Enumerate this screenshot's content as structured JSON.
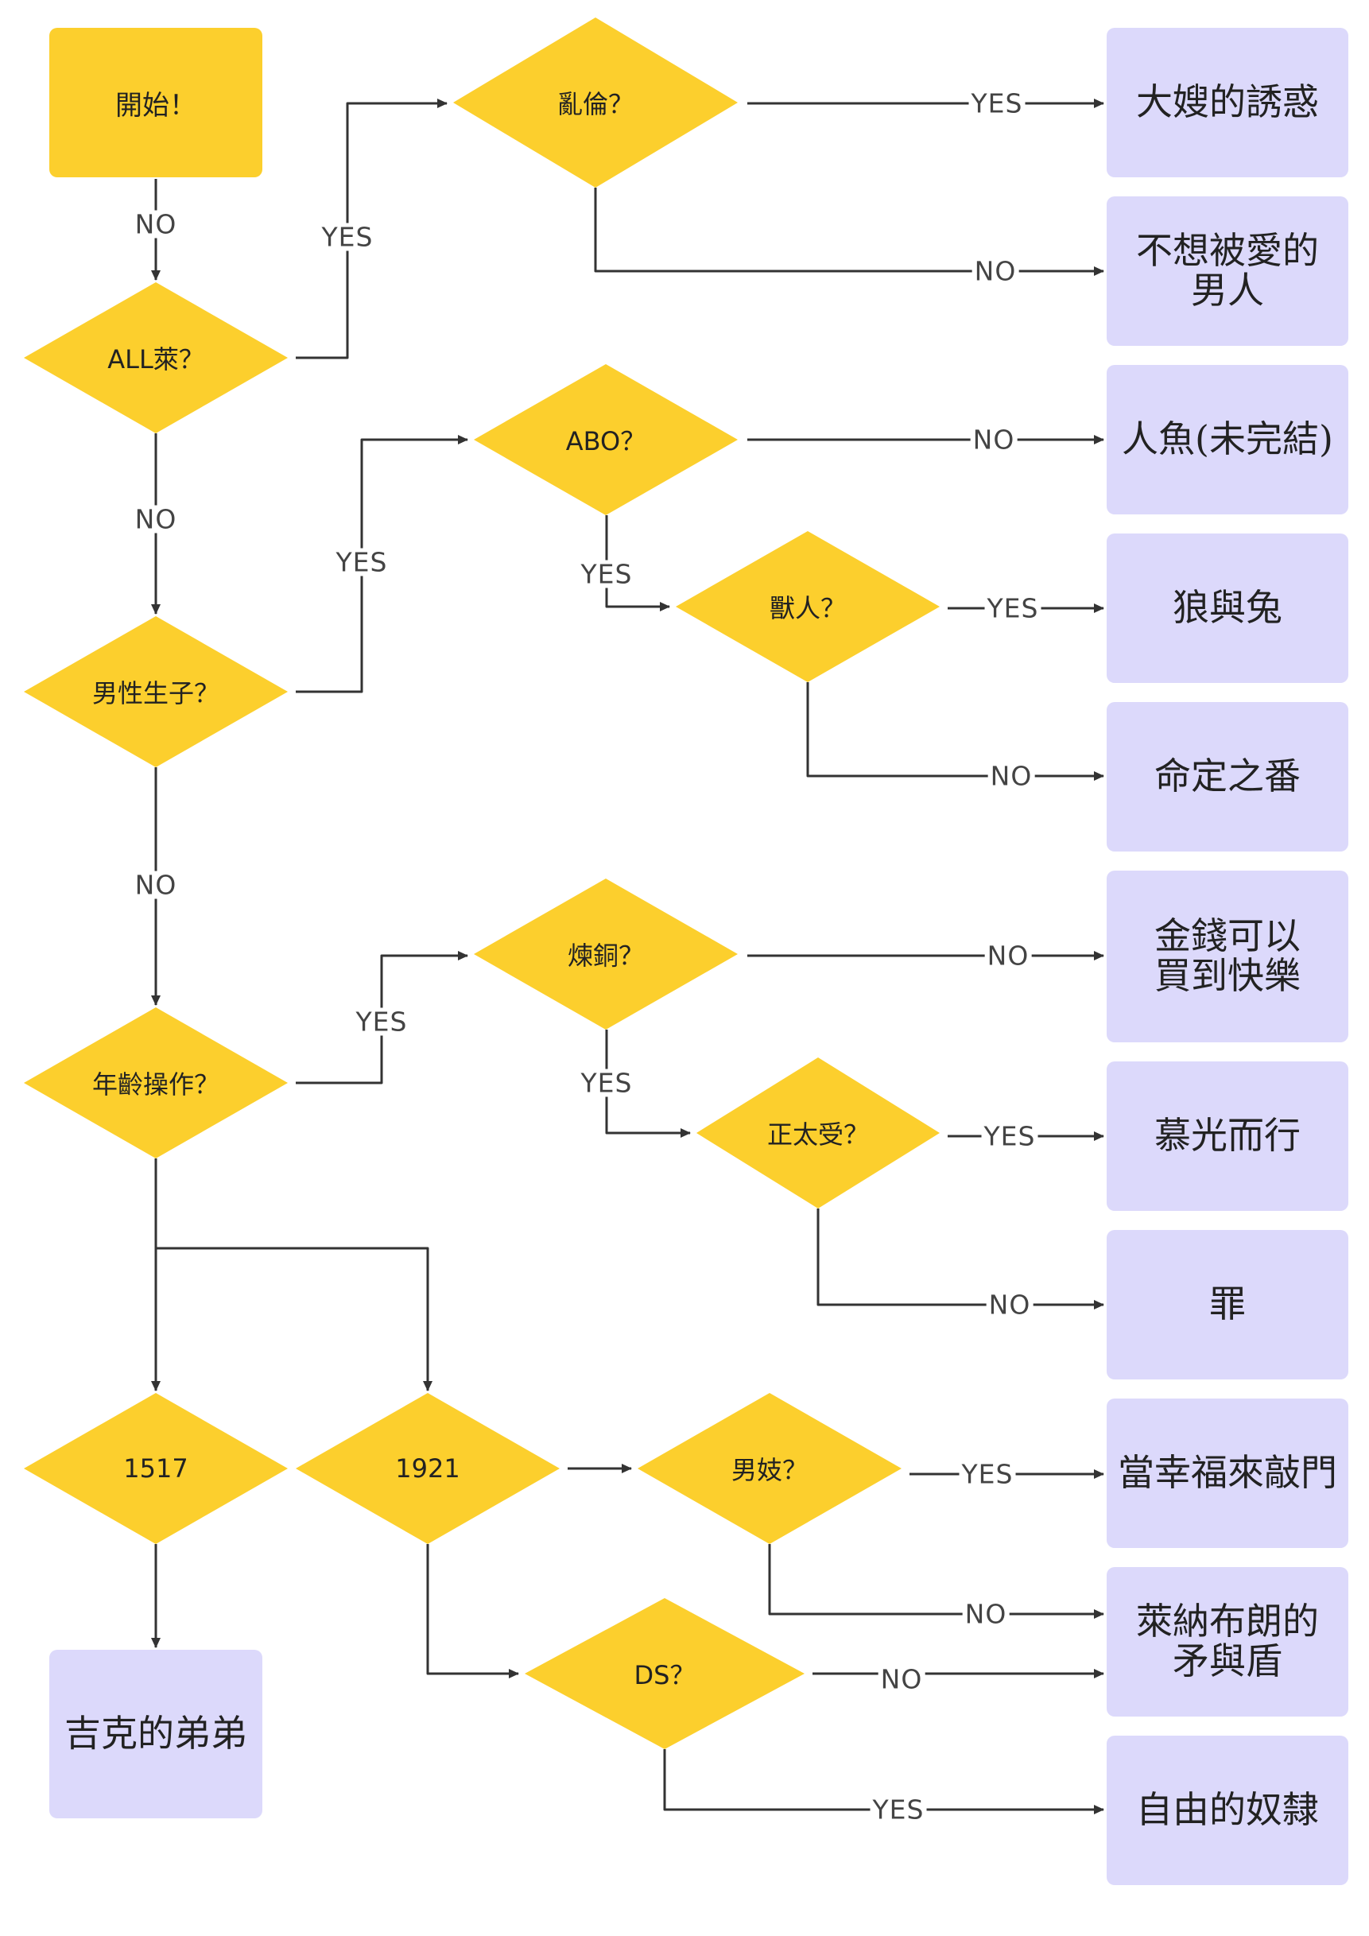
{
  "colors": {
    "decision": "#fccf2d",
    "start": "#fccf2d",
    "result": "#dcd9fb",
    "line": "#333333"
  },
  "nodes": {
    "start": "開始！",
    "q_all": "ALL萊？",
    "q_incest": "亂倫？",
    "q_mpreg": "男性生子？",
    "q_abo": "ABO？",
    "q_beast": "獸人？",
    "q_age": "年齡操作？",
    "q_lianjin": "煉銅？",
    "q_shota": "正太受？",
    "d_1517": "1517",
    "d_1921": "1921",
    "q_prostitute": "男妓？",
    "q_ds": "DS？",
    "r_sister": "大嫂的誘惑",
    "r_unloved": "不想被愛的\n男人",
    "r_mermaid": "人魚(未完結)",
    "r_wolf": "狼與兔",
    "r_destined": "命定之番",
    "r_money": "金錢可以\n買到快樂",
    "r_twilight": "慕光而行",
    "r_sin": "罪",
    "r_happiness": "當幸福來敲門",
    "r_lennart": "萊納布朗的\n矛與盾",
    "r_slave": "自由的奴隸",
    "r_brother": "吉克的弟弟"
  },
  "edges": {
    "start_to_all": "NO",
    "all_to_incest": "YES",
    "incest_yes": "YES",
    "incest_no": "NO",
    "all_to_mpreg": "NO",
    "mpreg_to_abo": "YES",
    "abo_no": "NO",
    "abo_yes": "YES",
    "beast_yes": "YES",
    "beast_no": "NO",
    "mpreg_to_age": "NO",
    "age_to_lianjin": "YES",
    "lianjin_no": "NO",
    "lianjin_yes": "YES",
    "shota_yes": "YES",
    "shota_no": "NO",
    "prostitute_yes": "YES",
    "prostitute_no": "NO",
    "ds_no": "NO",
    "ds_yes": "YES"
  }
}
